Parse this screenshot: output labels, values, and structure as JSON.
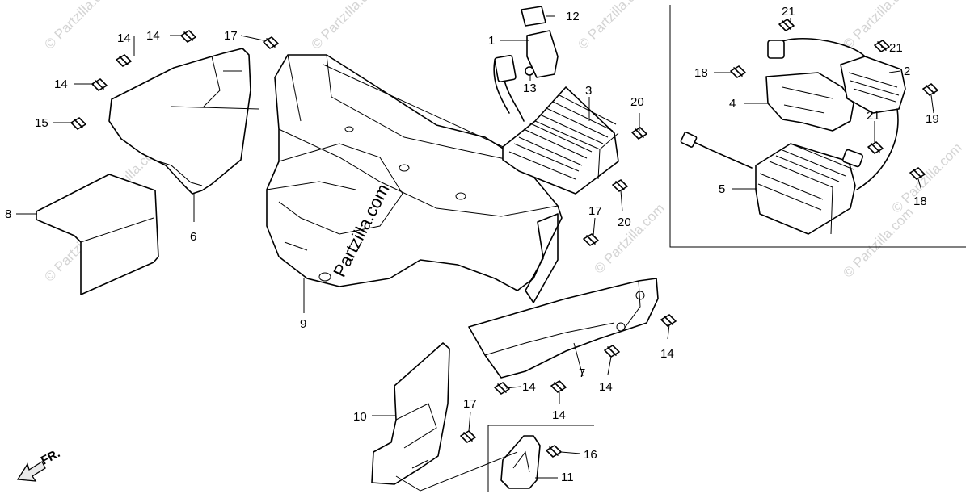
{
  "watermarks": {
    "small": "© Partzilla.com",
    "main": "Partzilla.com"
  },
  "direction_label": "FR.",
  "callouts": {
    "c1": "1",
    "c2": "2",
    "c3": "3",
    "c4": "4",
    "c5": "5",
    "c6": "6",
    "c7": "7",
    "c8": "8",
    "c9": "9",
    "c10": "10",
    "c11": "11",
    "c12": "12",
    "c13": "13",
    "c14a": "14",
    "c14b": "14",
    "c14c": "14",
    "c14d": "14",
    "c14e": "14",
    "c14f": "14",
    "c14g": "14",
    "c15": "15",
    "c16": "16",
    "c17a": "17",
    "c17b": "17",
    "c17c": "17",
    "c18a": "18",
    "c18b": "18",
    "c19": "19",
    "c20a": "20",
    "c20b": "20",
    "c21a": "21",
    "c21b": "21",
    "c21c": "21"
  }
}
